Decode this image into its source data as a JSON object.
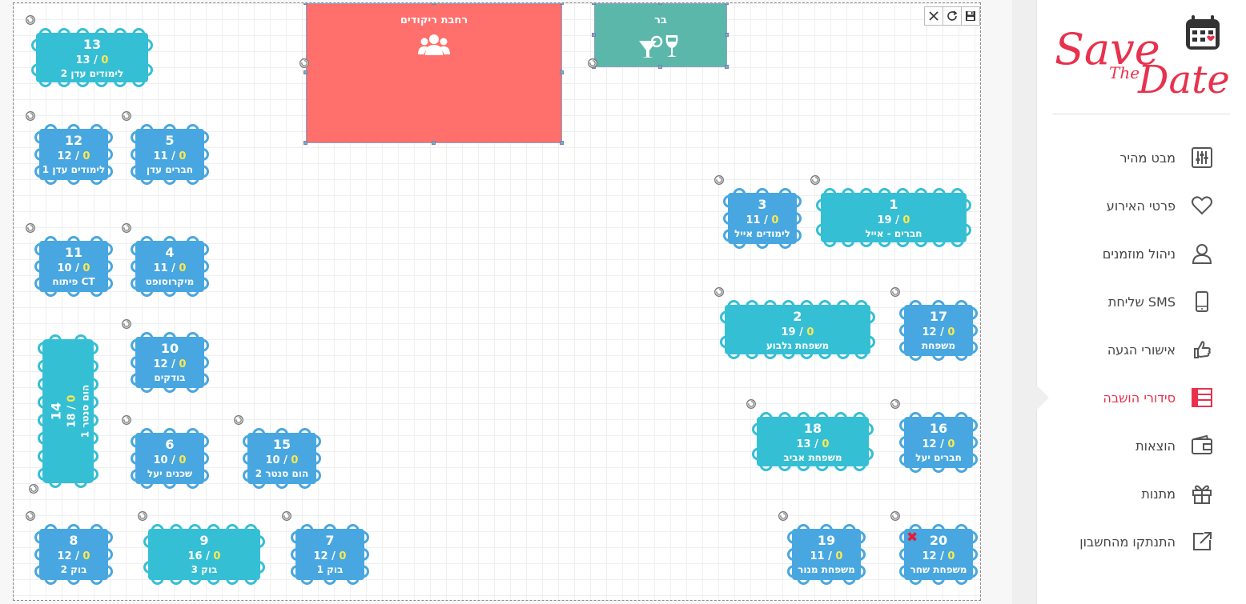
{
  "canvas": {
    "toolbar": {
      "save_icon": "save-icon",
      "refresh_icon": "refresh-icon",
      "close_icon": "close-icon"
    },
    "areas": {
      "dance_floor": {
        "title": "רחבת ריקודים",
        "color": "#ff6f6b",
        "icon": "people-icon"
      },
      "bar": {
        "title": "בר",
        "color": "#5cb7ab",
        "icon": "drinks-icon"
      }
    },
    "colors": {
      "table_light": "#35bfd5",
      "table_dark": "#48a7e0",
      "occupied_text": "#ffe94a"
    },
    "tables": [
      {
        "number": "13",
        "capacity": "13",
        "occupied": "0",
        "name": "לימודים עדן 2"
      },
      {
        "number": "12",
        "capacity": "12",
        "occupied": "0",
        "name": "לימודים עדן 1"
      },
      {
        "number": "5",
        "capacity": "11",
        "occupied": "0",
        "name": "חברים עדן"
      },
      {
        "number": "11",
        "capacity": "10",
        "occupied": "0",
        "name": "פיתוח CT"
      },
      {
        "number": "4",
        "capacity": "11",
        "occupied": "0",
        "name": "מיקרוסופט"
      },
      {
        "number": "10",
        "capacity": "12",
        "occupied": "0",
        "name": "בודקים"
      },
      {
        "number": "14",
        "capacity": "18",
        "occupied": "0",
        "name": "הום סנטר 1"
      },
      {
        "number": "6",
        "capacity": "10",
        "occupied": "0",
        "name": "שכנים יעל"
      },
      {
        "number": "15",
        "capacity": "10",
        "occupied": "0",
        "name": "הום סנטר 2"
      },
      {
        "number": "8",
        "capacity": "12",
        "occupied": "0",
        "name": "בוק 2"
      },
      {
        "number": "9",
        "capacity": "16",
        "occupied": "0",
        "name": "בוק 3"
      },
      {
        "number": "7",
        "capacity": "12",
        "occupied": "0",
        "name": "בוק 1"
      },
      {
        "number": "3",
        "capacity": "11",
        "occupied": "0",
        "name": "לימודים אייל"
      },
      {
        "number": "1",
        "capacity": "19",
        "occupied": "0",
        "name": "חברים - אייל"
      },
      {
        "number": "2",
        "capacity": "19",
        "occupied": "0",
        "name": "משפחת גלבוע"
      },
      {
        "number": "17",
        "capacity": "12",
        "occupied": "0",
        "name": "משפחת"
      },
      {
        "number": "18",
        "capacity": "13",
        "occupied": "0",
        "name": "משפחת אביב"
      },
      {
        "number": "16",
        "capacity": "12",
        "occupied": "0",
        "name": "חברים יעל"
      },
      {
        "number": "19",
        "capacity": "11",
        "occupied": "0",
        "name": "משפחת מנור"
      },
      {
        "number": "20",
        "capacity": "12",
        "occupied": "0",
        "name": "משפחת שחר"
      }
    ]
  },
  "sidebar": {
    "logo": {
      "line1": "Save",
      "line2": "The",
      "line3": "Date",
      "color": "#e8314d"
    },
    "menu": [
      {
        "label": "מבט מהיר",
        "icon": "sliders-icon"
      },
      {
        "label": "פרטי האירוע",
        "icon": "heart-icon"
      },
      {
        "label": "ניהול מוזמנים",
        "icon": "user-icon"
      },
      {
        "label": "שליחת SMS",
        "icon": "phone-icon"
      },
      {
        "label": "אישורי הגעה",
        "icon": "thumbs-up-icon"
      },
      {
        "label": "סידורי הושבה",
        "icon": "seating-list-icon",
        "active": true
      },
      {
        "label": "הוצאות",
        "icon": "wallet-icon"
      },
      {
        "label": "מתנות",
        "icon": "gift-icon"
      },
      {
        "label": "התנתקו מהחשבון",
        "icon": "logout-icon"
      }
    ],
    "active_color": "#e8314d"
  }
}
